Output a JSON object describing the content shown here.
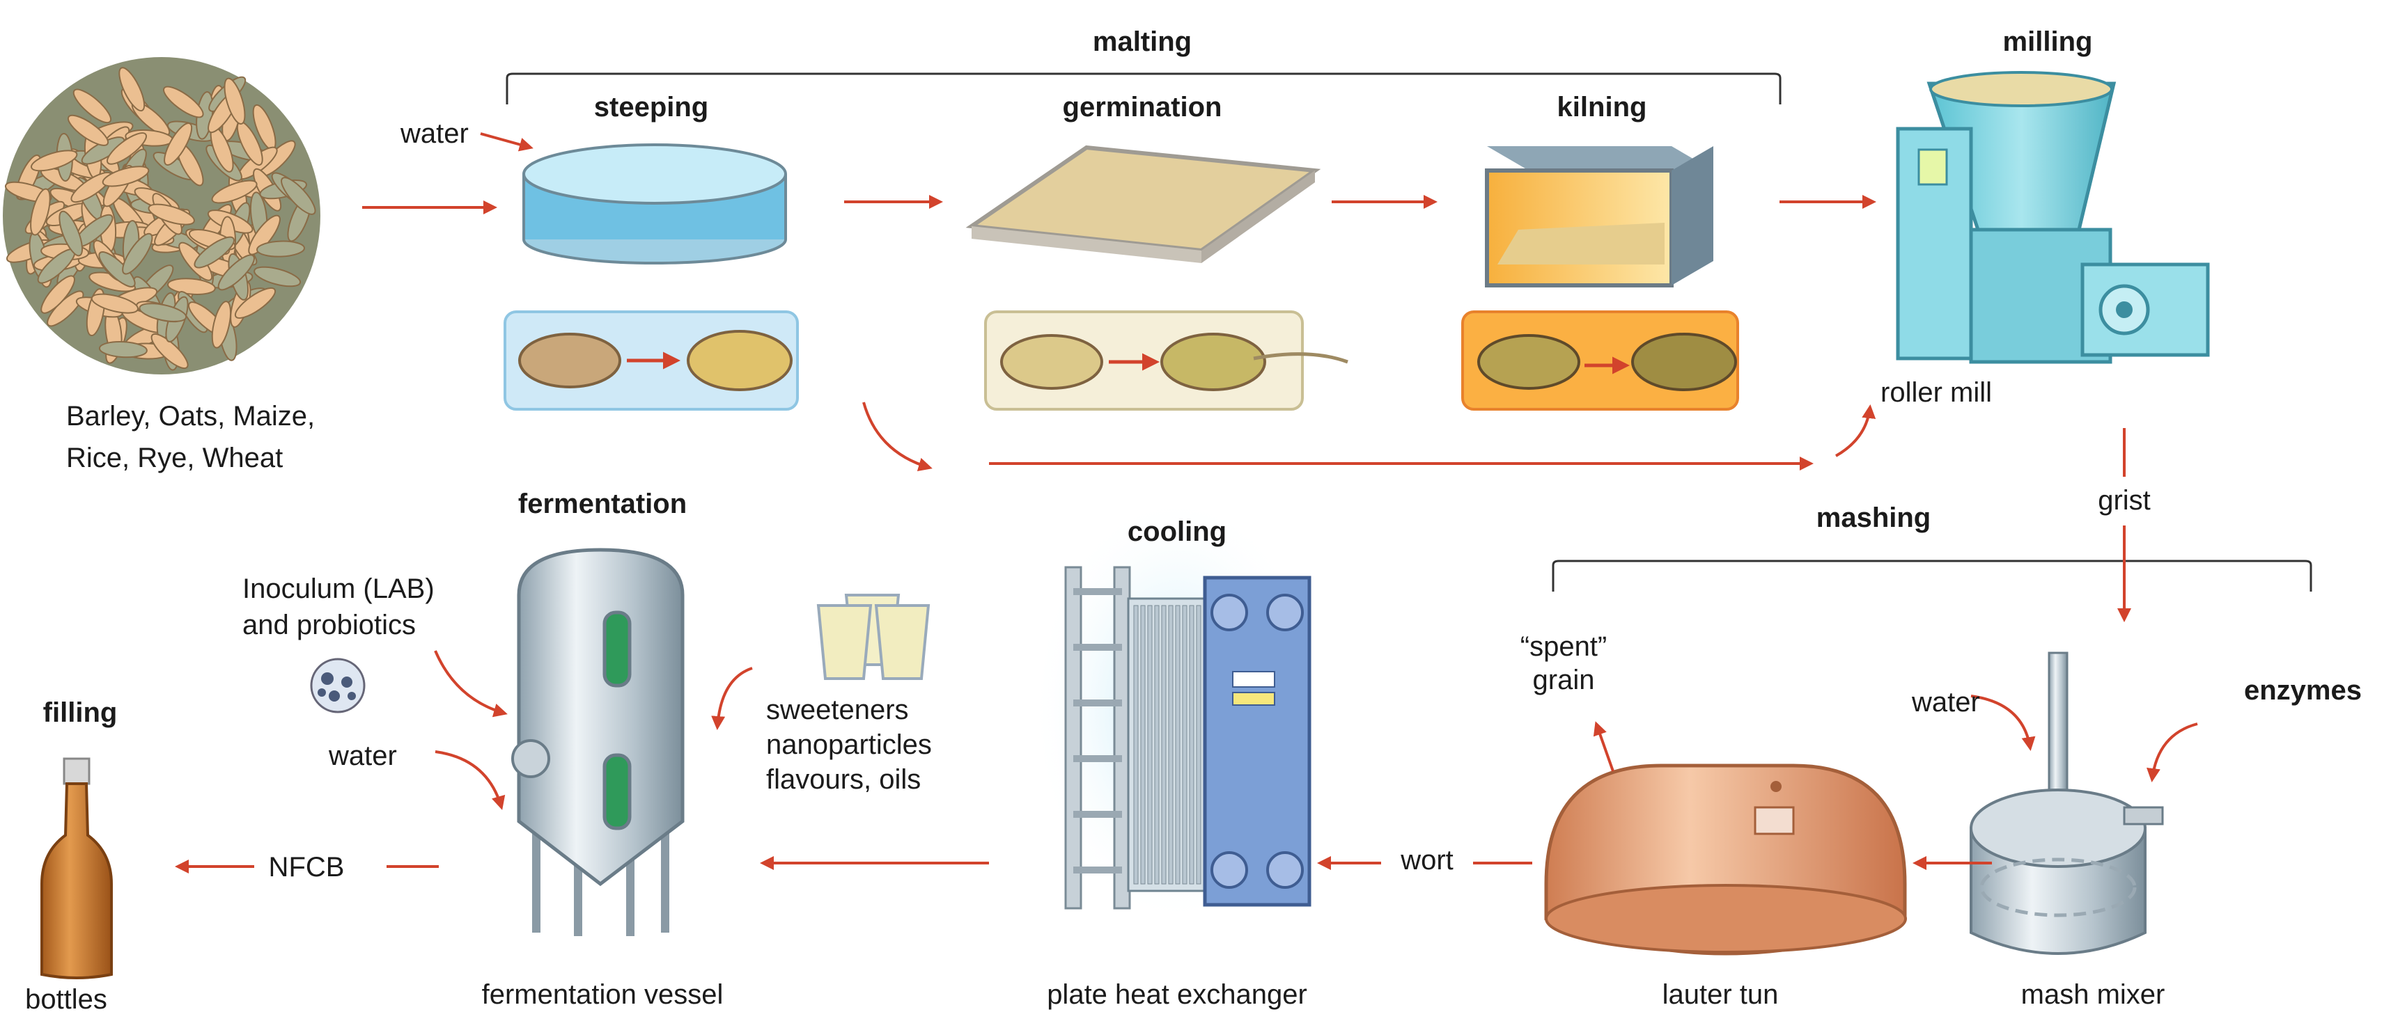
{
  "stages": {
    "malting": "malting",
    "steeping": "steeping",
    "germination": "germination",
    "kilning": "kilning",
    "milling": "milling",
    "mashing": "mashing",
    "cooling": "cooling",
    "fermentation": "fermentation",
    "filling": "filling"
  },
  "labels": {
    "grains": "Barley, Oats, Maize,\nRice, Rye, Wheat",
    "water_steeping": "water",
    "roller_mill": "roller mill",
    "grist": "grist",
    "enzymes": "enzymes",
    "water_mash": "water",
    "spent_grain": "“spent”\ngrain",
    "lauter_tun": "lauter tun",
    "mash_mixer": "mash mixer",
    "wort": "wort",
    "plate_heat_exchanger": "plate heat exchanger",
    "additives": "sweeteners\nnanoparticles\nflavours, oils",
    "inoculum": "Inoculum (LAB)\nand probiotics",
    "water_fermentation": "water",
    "fermentation_vessel": "fermentation vessel",
    "nfcb": "NFCB",
    "bottles": "bottles"
  },
  "colors": {
    "arrow": "#d2432c",
    "steel": "#b9c6cf",
    "copper": "#e8a57e",
    "grain": "#e8b98a",
    "cyan_machine": "#7fd3df",
    "bottle": "#c9772a",
    "water": "#a8dcef"
  },
  "icons": [
    "grain-pile",
    "steeping-tray",
    "germination-bed",
    "kilning-box",
    "roller-mill",
    "mash-mixer",
    "lauter-tun",
    "plate-heat-exchanger",
    "fermentation-vessel",
    "glasses",
    "probiotics-cluster",
    "bottle"
  ]
}
